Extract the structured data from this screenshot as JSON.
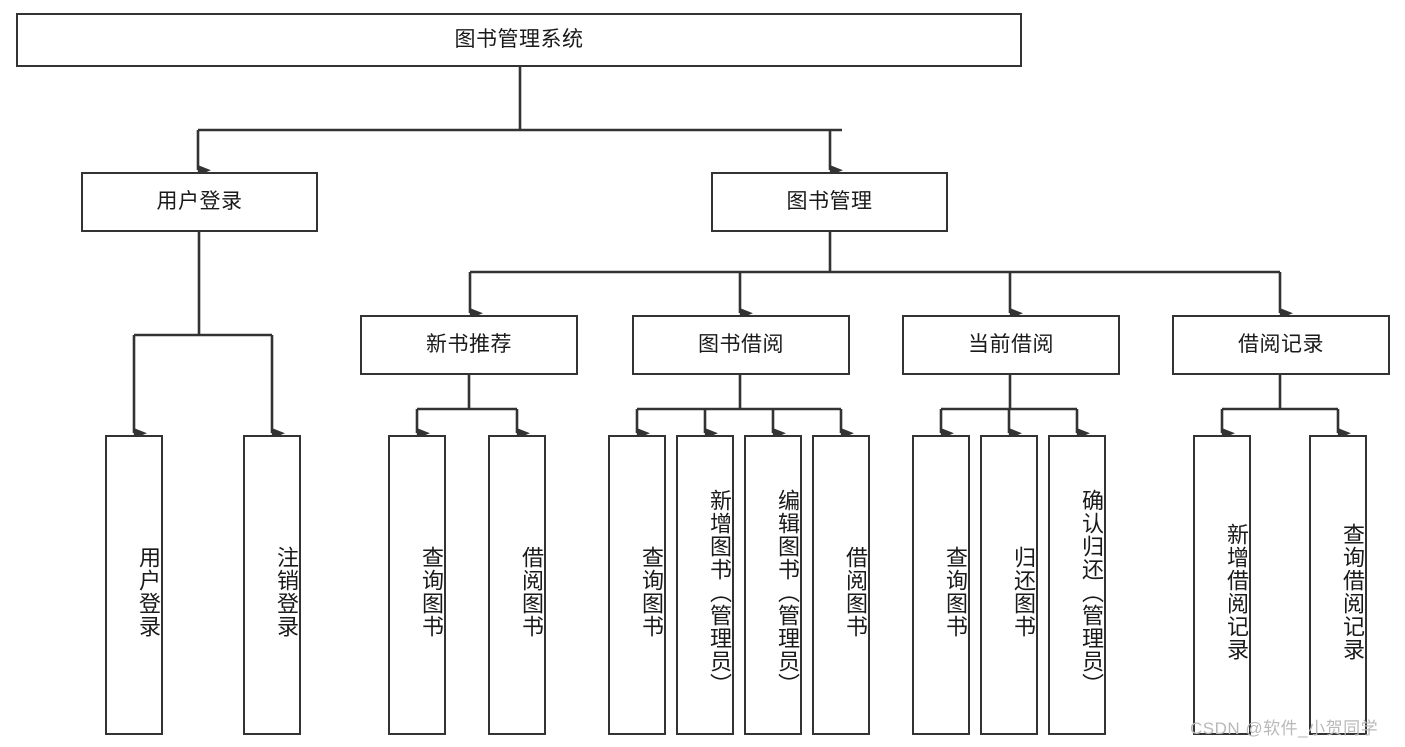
{
  "diagram": {
    "title": "图书管理系统",
    "type": "tree-hierarchy-diagram",
    "root": {
      "label": "图书管理系统"
    },
    "level2": [
      {
        "label": "用户登录"
      },
      {
        "label": "图书管理"
      }
    ],
    "level3": [
      {
        "label": "新书推荐"
      },
      {
        "label": "图书借阅"
      },
      {
        "label": "当前借阅"
      },
      {
        "label": "借阅记录"
      }
    ],
    "leaves": {
      "user_login": [
        {
          "label": "用户登录"
        },
        {
          "label": "注销登录"
        }
      ],
      "new_book_recommend": [
        {
          "label": "查询图书"
        },
        {
          "label": "借阅图书"
        }
      ],
      "book_borrow": [
        {
          "label": "查询图书"
        },
        {
          "label": "新增图书（管理员）"
        },
        {
          "label": "编辑图书（管理员）"
        },
        {
          "label": "借阅图书"
        }
      ],
      "current_borrow": [
        {
          "label": "查询图书"
        },
        {
          "label": "归还图书"
        },
        {
          "label": "确认归还（管理员）"
        }
      ],
      "borrow_record": [
        {
          "label": "新增借阅记录"
        },
        {
          "label": "查询借阅记录"
        }
      ]
    }
  },
  "watermark": {
    "text": "CSDN @软件_小贺同学"
  },
  "colors": {
    "box_border": "#333333",
    "box_fill": "#ffffff",
    "edge": "#333333",
    "text": "#1a1a1a",
    "watermark": "#b9b9b9"
  }
}
